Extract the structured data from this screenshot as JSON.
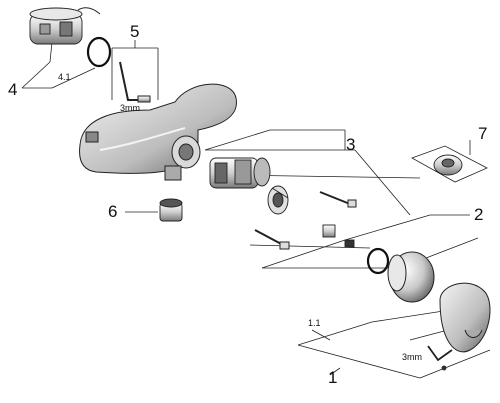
{
  "callouts": {
    "c1": "1",
    "c1_1": "1.1",
    "c2": "2",
    "c3": "3",
    "c4": "4",
    "c4_1": "4.1",
    "c5": "5",
    "c6": "6",
    "c7": "7"
  },
  "sizes": {
    "wrench_top": "3mm",
    "wrench_bottom": "3mm"
  }
}
